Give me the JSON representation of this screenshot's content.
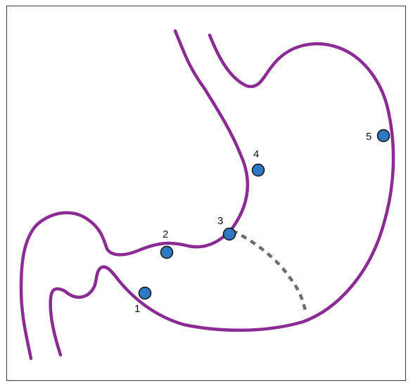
{
  "colors": {
    "outline": "#8b2b94",
    "dashed_line": "#6e6e6e",
    "marker_fill": "#2f78c4"
  },
  "markers": [
    {
      "id": "1",
      "label": "1"
    },
    {
      "id": "2",
      "label": "2"
    },
    {
      "id": "3",
      "label": "3"
    },
    {
      "id": "4",
      "label": "4"
    },
    {
      "id": "5",
      "label": "5"
    }
  ]
}
